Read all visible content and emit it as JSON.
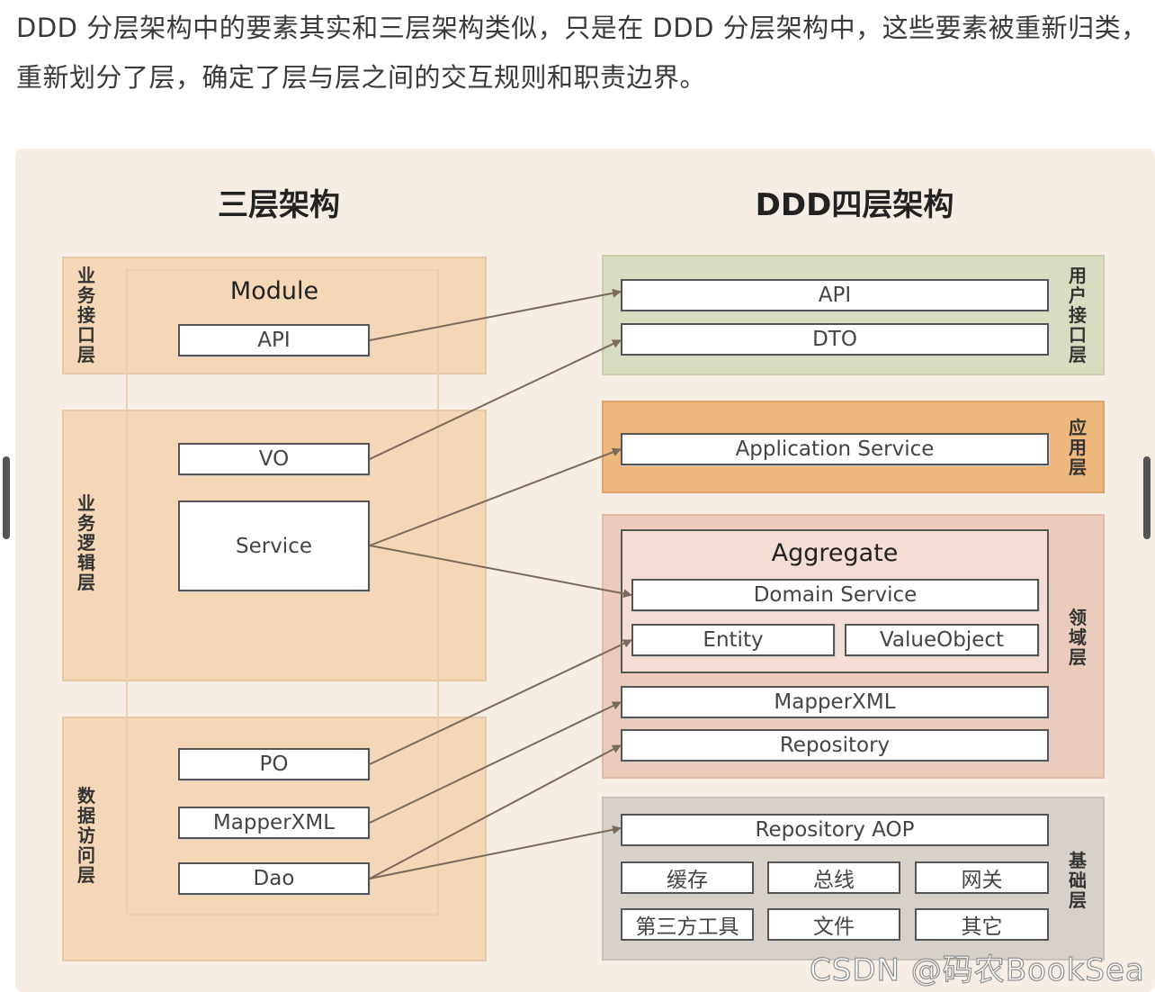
{
  "intro_text": "DDD 分层架构中的要素其实和三层架构类似，只是在 DDD 分层架构中，这些要素被重新归类，重新划分了层，确定了层与层之间的交互规则和职责边界。",
  "diagram": {
    "left_title": "三层架构",
    "right_title": "DDD四层架构",
    "left_layers": {
      "interface": "业务接口层",
      "logic": "业务逻辑层",
      "data": "数据访问层"
    },
    "left_module_heading": "Module",
    "left_boxes": {
      "api": "API",
      "vo": "VO",
      "service": "Service",
      "po": "PO",
      "mapperxml": "MapperXML",
      "dao": "Dao"
    },
    "right_layers": {
      "ui": "用户接口层",
      "app": "应用层",
      "domain": "领域层",
      "infra": "基础层"
    },
    "right_boxes": {
      "api": "API",
      "dto": "DTO",
      "app_service": "Application Service",
      "aggregate_heading": "Aggregate",
      "domain_service": "Domain Service",
      "entity": "Entity",
      "value_object": "ValueObject",
      "mapperxml": "MapperXML",
      "repository": "Repository",
      "repository_aop": "Repository AOP",
      "cache": "缓存",
      "bus": "总线",
      "gateway": "网关",
      "third_party": "第三方工具",
      "file": "文件",
      "other": "其它"
    },
    "colors": {
      "canvas": "#f6ede4",
      "left_band": "#f3d7b7",
      "ui_layer": "#d8dcc0",
      "app_layer": "#eeb77b",
      "domain_layer": "#ebcbbc",
      "infra_layer": "#d7d1ca",
      "arrow": "#7a6a5c"
    }
  },
  "watermark": "CSDN @码农BookSea"
}
